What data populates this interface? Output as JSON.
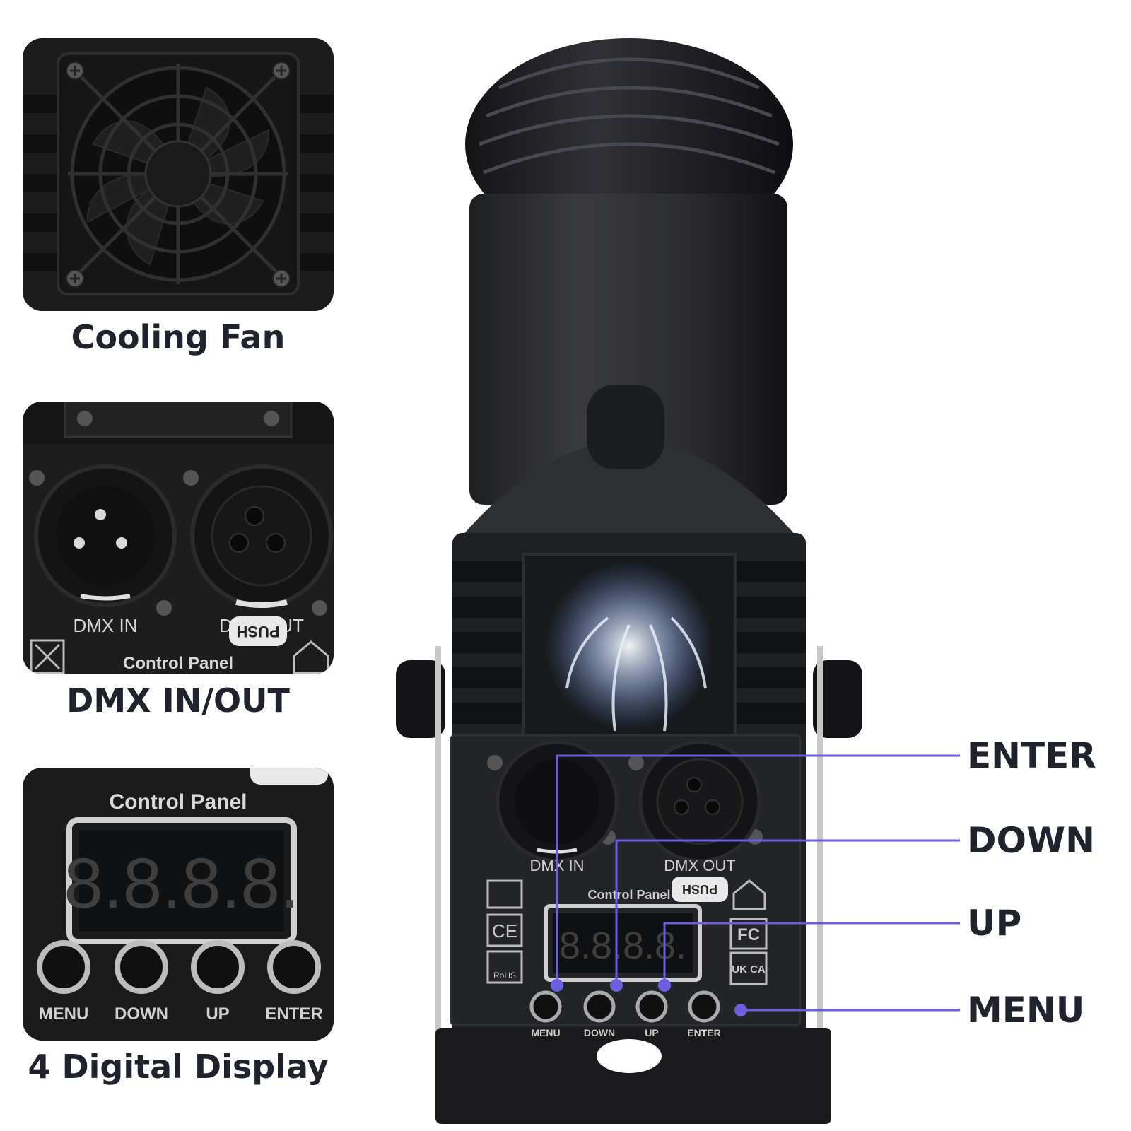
{
  "tiles": [
    {
      "caption": "Cooling Fan"
    },
    {
      "caption": "DMX IN/OUT",
      "port_in_label": "DMX IN",
      "port_out_label": "DMX OUT",
      "push_label": "PUSH",
      "panel_label": "Control Panel"
    },
    {
      "caption": "4 Digital Display",
      "panel_label": "Control Panel",
      "display_text": "8.8.8.8.",
      "buttons": [
        "MENU",
        "DOWN",
        "UP",
        "ENTER"
      ]
    }
  ],
  "device": {
    "port_in_label": "DMX IN",
    "port_out_label": "DMX OUT",
    "push_label": "PUSH",
    "panel_label": "Control Panel",
    "display_text": "8.8.8.8.",
    "buttons": [
      "MENU",
      "DOWN",
      "UP",
      "ENTER"
    ],
    "cert_marks": [
      "CE",
      "RoHS",
      "FC",
      "UK CA"
    ]
  },
  "callouts": [
    "ENTER",
    "DOWN",
    "UP",
    "MENU"
  ],
  "colors": {
    "callout_line": "#6b5fe0",
    "text": "#20232e",
    "body": "#2b2c30"
  }
}
